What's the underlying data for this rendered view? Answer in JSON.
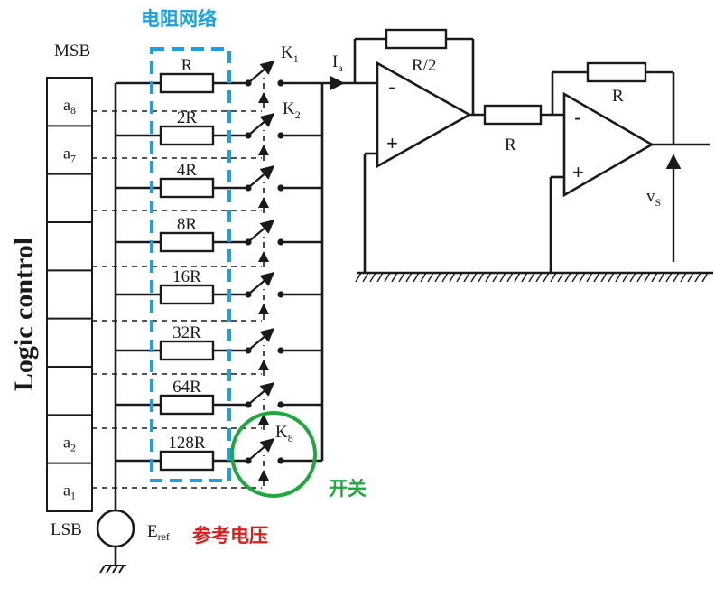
{
  "annotations": {
    "network_title": "电阻网络",
    "switch_label": "开关",
    "reference_label": "参考电压",
    "colors": {
      "network": "#1ba0e2",
      "switch": "#1fa83e",
      "reference": "#e01b1b"
    }
  },
  "logic": {
    "title": "Logic control",
    "msb": "MSB",
    "lsb": "LSB",
    "cells": [
      "a8",
      "a7",
      "",
      "",
      "",
      "",
      "",
      "a2",
      "a1"
    ]
  },
  "resistors": [
    "R",
    "2R",
    "4R",
    "8R",
    "16R",
    "32R",
    "64R",
    "128R"
  ],
  "switches": {
    "k1": "K1",
    "k2": "K2",
    "k8": "K8"
  },
  "current_label": "Ia",
  "reference_source": "Eref",
  "amp1": {
    "feedback": "R/2",
    "minus": "-",
    "plus": "+"
  },
  "coupling_resistor": "R",
  "amp2": {
    "feedback": "R",
    "minus": "-",
    "plus": "+"
  },
  "output_label": "vS"
}
